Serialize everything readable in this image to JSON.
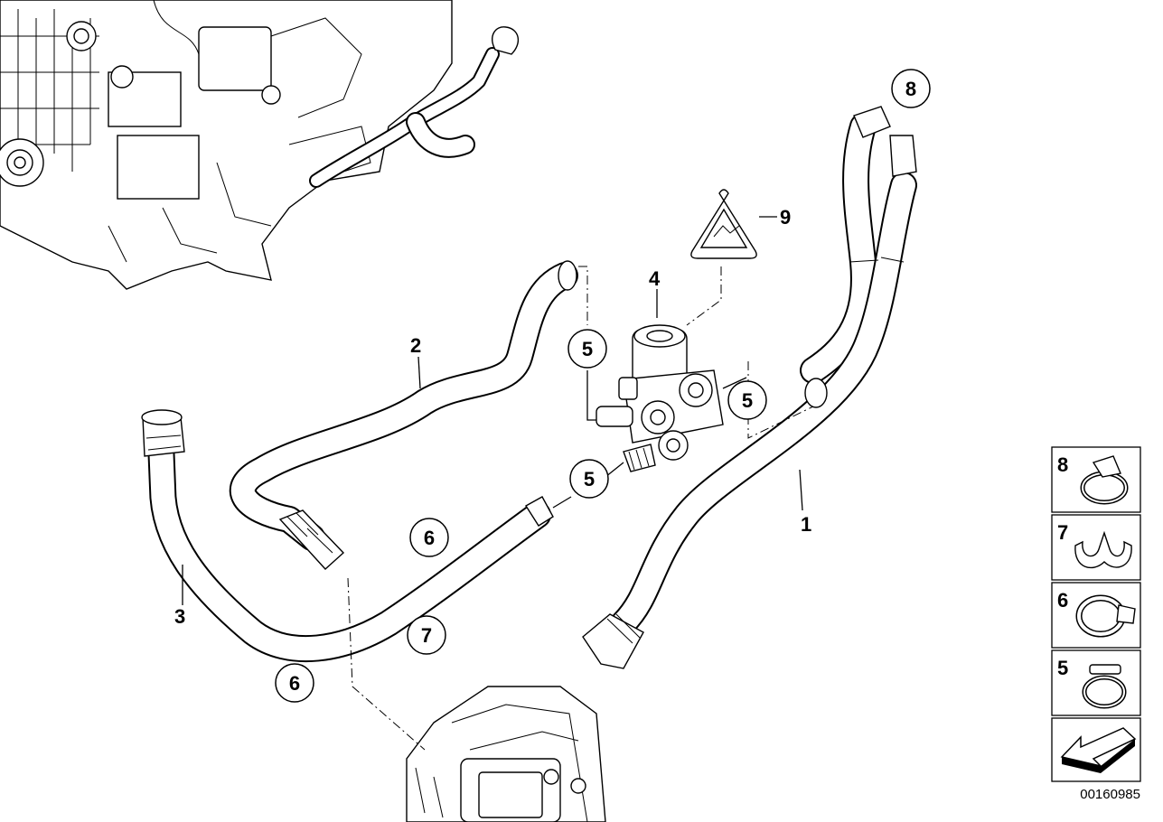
{
  "diagram": {
    "catalog_reference": "00160985",
    "callouts_plain": [
      "1",
      "2",
      "3",
      "4",
      "9"
    ],
    "callouts_circled": [
      "5",
      "5",
      "5",
      "6",
      "6",
      "7",
      "8"
    ],
    "legend": {
      "items": [
        {
          "number": "8",
          "icon": "hose-clamp-icon"
        },
        {
          "number": "7",
          "icon": "double-clip-icon"
        },
        {
          "number": "6",
          "icon": "band-clamp-icon"
        },
        {
          "number": "5",
          "icon": "spring-clamp-icon"
        }
      ],
      "footer_icon": "direction-arrow-icon"
    },
    "parts": [
      {
        "number": "1",
        "name": "hose-1"
      },
      {
        "number": "2",
        "name": "hose-2"
      },
      {
        "number": "3",
        "name": "hose-3"
      },
      {
        "number": "4",
        "name": "water-valve"
      },
      {
        "number": "9",
        "name": "warning-label"
      }
    ]
  }
}
